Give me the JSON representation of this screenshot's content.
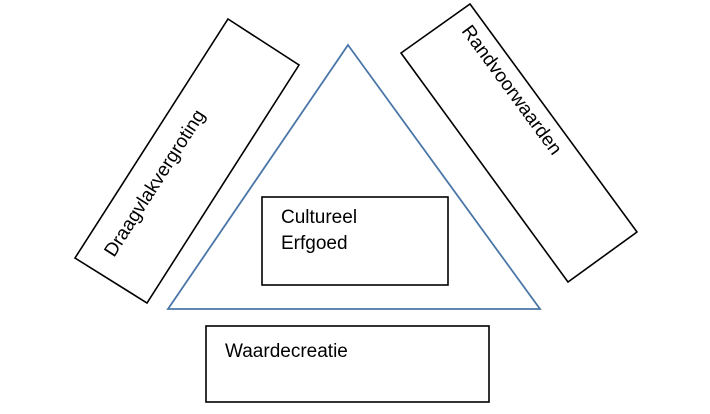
{
  "diagram": {
    "triangle_color": "#4a76a8",
    "left_box": {
      "label": "Draagvlakvergroting"
    },
    "right_box": {
      "label": "Randvoorwaarden"
    },
    "center_box": {
      "line1": "Cultureel",
      "line2": "Erfgoed"
    },
    "bottom_box": {
      "label": "Waardecreatie"
    }
  }
}
